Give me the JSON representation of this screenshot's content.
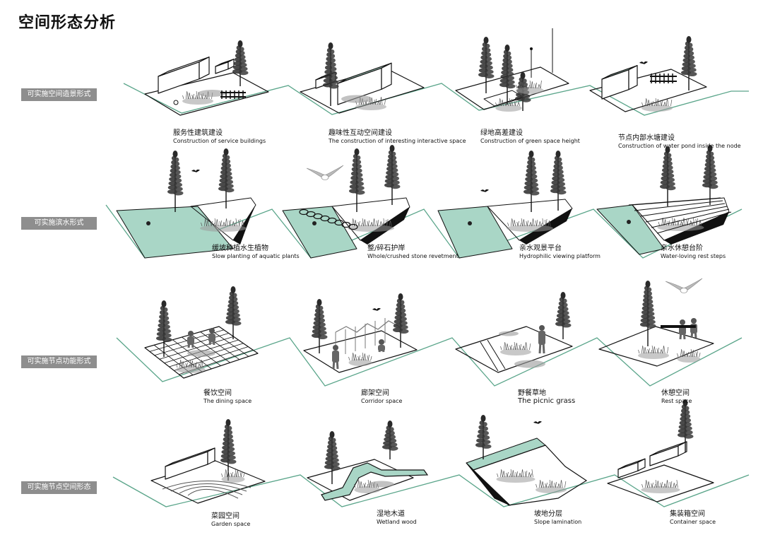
{
  "title": "空间形态分析",
  "colors": {
    "water": "#a9d6c6",
    "line": "#5aa58a",
    "label_bg": "#8e8e8e",
    "ink": "#111111",
    "shadow": "#9a9a9a",
    "grass": "#555555"
  },
  "rows": [
    {
      "label": "可实施空间造景形式",
      "items": [
        {
          "zh": "服务性建筑建设",
          "en": "Construction of service buildings"
        },
        {
          "zh": "趣味性互动空间建设",
          "en": "The construction of interesting interactive space"
        },
        {
          "zh": "绿地高差建设",
          "en": "Construction of green space height"
        },
        {
          "zh": "节点内部水塘建设",
          "en": "Construction of water pond inside the node"
        }
      ]
    },
    {
      "label": "可实施滨水形式",
      "items": [
        {
          "zh": "缓坡种植水生植物",
          "en": "Slow planting of aquatic plants"
        },
        {
          "zh": "整/碎石护岸",
          "en": "Whole/crushed stone revetment"
        },
        {
          "zh": "亲水观景平台",
          "en": "Hydrophilic viewing platform"
        },
        {
          "zh": "亲水休憩台阶",
          "en": "Water-loving rest steps"
        }
      ]
    },
    {
      "label": "可实施节点功能形式",
      "items": [
        {
          "zh": "餐饮空间",
          "en": "The dining space"
        },
        {
          "zh": "廊架空间",
          "en": "Corridor space"
        },
        {
          "zh": "野餐草地",
          "en": "The picnic grass"
        },
        {
          "zh": "休憩空间",
          "en": "Rest space"
        }
      ]
    },
    {
      "label": "可实施节点空间形态",
      "items": [
        {
          "zh": "菜园空间",
          "en": "Garden space"
        },
        {
          "zh": "湿地木道",
          "en": "Wetland wood"
        },
        {
          "zh": "坡地分层",
          "en": "Slope lamination"
        },
        {
          "zh": "集装箱空间",
          "en": "Container space"
        }
      ]
    }
  ]
}
